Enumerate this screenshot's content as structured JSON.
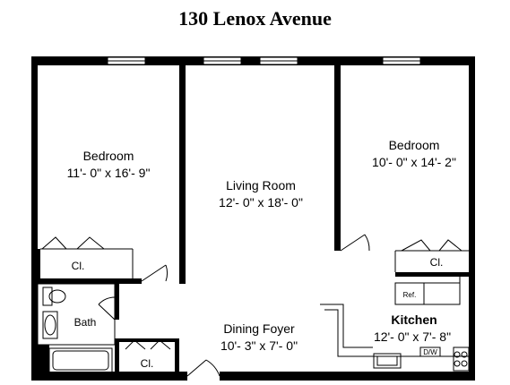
{
  "title": "130 Lenox Avenue",
  "rooms": {
    "bedroom_left": {
      "name": "Bedroom",
      "dims": "11'- 0\" x 16'- 9\""
    },
    "living_room": {
      "name": "Living Room",
      "dims": "12'- 0\" x 18'- 0\""
    },
    "bedroom_right": {
      "name": "Bedroom",
      "dims": "10'- 0\" x 14'- 2\""
    },
    "dining_foyer": {
      "name": "Dining Foyer",
      "dims": "10'- 3\" x 7'- 0\""
    },
    "kitchen": {
      "name": "Kitchen",
      "dims": "12'- 0\" x 7'- 8\""
    },
    "bath": {
      "name": "Bath"
    }
  },
  "closets": {
    "left": "Cl.",
    "right": "Cl.",
    "bottom": "Cl."
  },
  "appliances": {
    "refrigerator": "Ref.",
    "dishwasher": "D/W"
  }
}
